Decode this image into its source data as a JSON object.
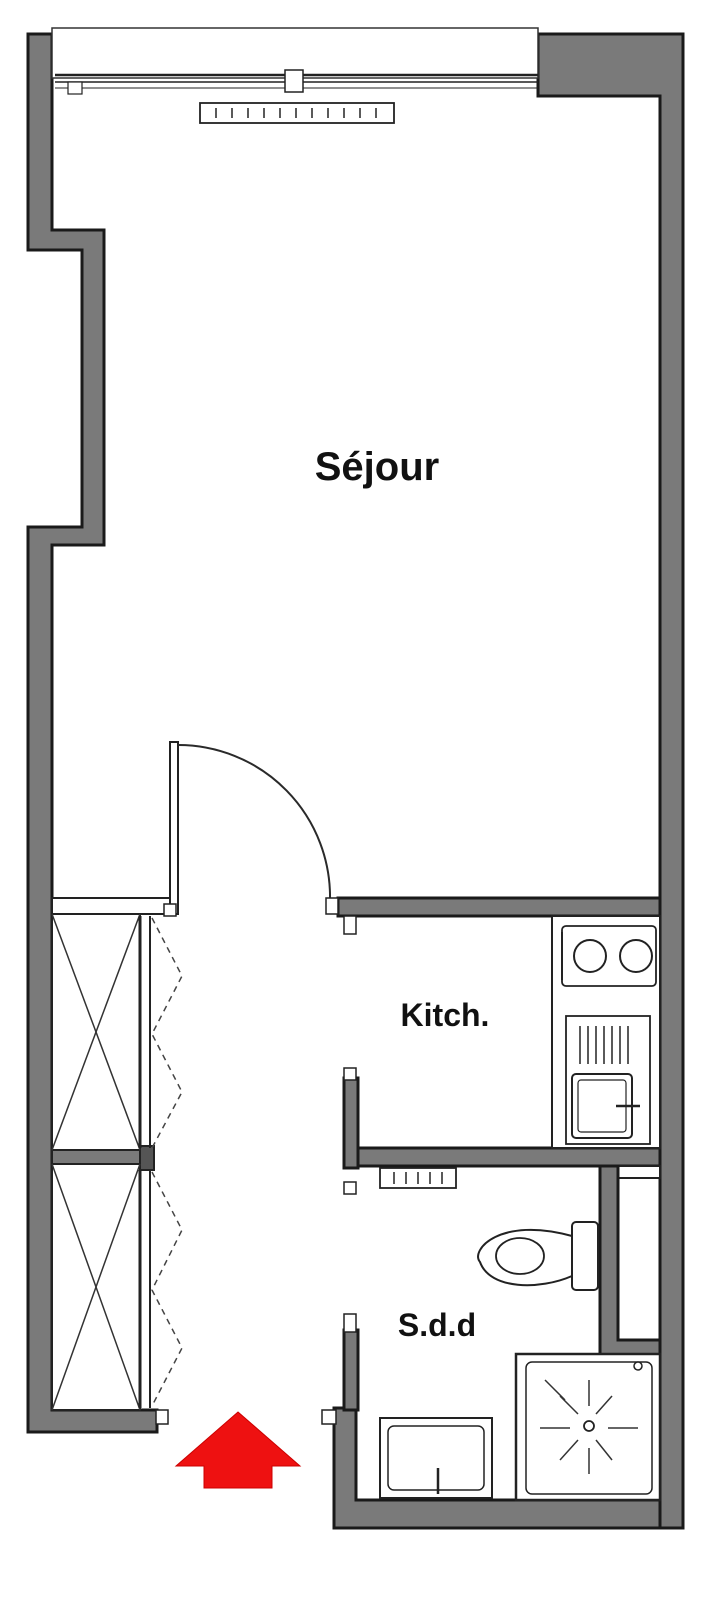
{
  "rooms": {
    "sejour": "Séjour",
    "kitchen": "Kitch.",
    "bathroom": "S.d.d"
  },
  "colors": {
    "wall": "#7a7a7a",
    "wall_outline": "#1a1a1a",
    "entrance_arrow": "#ee1111"
  },
  "icons": {
    "entrance": "entrance-arrow-icon"
  }
}
